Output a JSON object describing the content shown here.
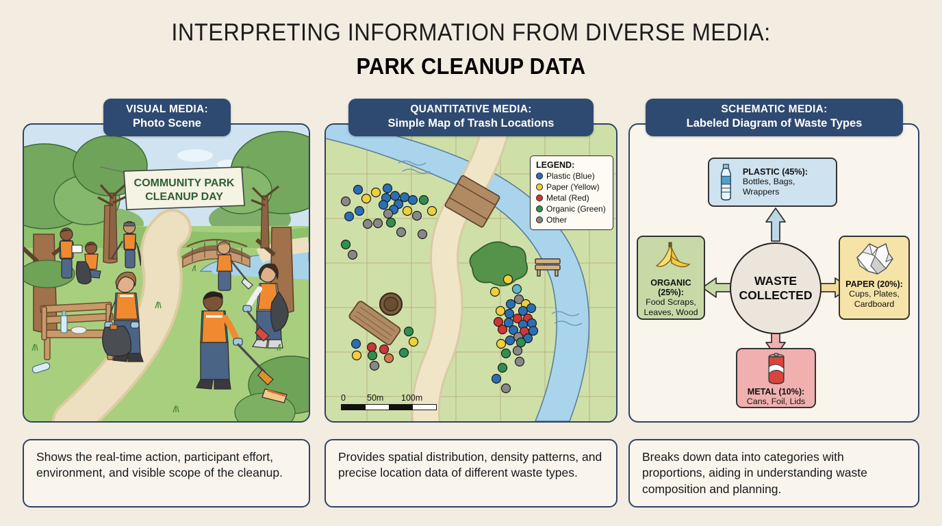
{
  "title": {
    "line1": "INTERPRETING INFORMATION FROM DIVERSE MEDIA:",
    "line2": "PARK CLEANUP DATA"
  },
  "panels": {
    "photo": {
      "header_top": "VISUAL MEDIA:",
      "header_bottom": "Photo Scene",
      "banner_line1": "COMMUNITY PARK",
      "banner_line2": "CLEANUP DAY",
      "caption": "Shows the real-time action, participant effort, environment, and visible scope of the cleanup."
    },
    "map": {
      "header_top": "QUANTITATIVE MEDIA:",
      "header_bottom": "Simple Map of Trash Locations",
      "caption": "Provides spatial distribution, density patterns, and precise location data of different waste types.",
      "legend_title": "LEGEND:",
      "legend": [
        {
          "label": "Plastic (Blue)",
          "color": "#2a6fb5"
        },
        {
          "label": "Paper (Yellow)",
          "color": "#f0d03a"
        },
        {
          "label": "Metal (Red)",
          "color": "#cf3636"
        },
        {
          "label": "Organic (Green)",
          "color": "#2f8f4e"
        },
        {
          "label": "Other",
          "color": "#888888"
        }
      ],
      "scale": {
        "start": "0",
        "mid": "50m",
        "end": "100m"
      }
    },
    "schema": {
      "header_top": "SCHEMATIC MEDIA:",
      "header_bottom": "Labeled Diagram of Waste Types",
      "caption": "Breaks down data into categories with proportions, aiding in understanding waste composition and planning.",
      "hub_line1": "WASTE",
      "hub_line2": "COLLECTED",
      "categories": [
        {
          "key": "plastic",
          "title": "PLASTIC (45%):",
          "desc": "Bottles, Bags, Wrappers",
          "percent": 45,
          "box_color": "#cfe2ef",
          "arrow_color": "#bcd8e8"
        },
        {
          "key": "organic",
          "title": "ORGANIC (25%):",
          "desc_line1": "Food Scraps,",
          "desc_line2": "Leaves, Wood",
          "percent": 25,
          "box_color": "#c8d9a8",
          "arrow_color": "#c8d9a8"
        },
        {
          "key": "paper",
          "title": "PAPER (20%):",
          "desc_line1": "Cups, Plates,",
          "desc_line2": "Cardboard",
          "percent": 20,
          "box_color": "#f6e3a8",
          "arrow_color": "#f2dc9a"
        },
        {
          "key": "metal",
          "title": "METAL (10%):",
          "desc": "Cans, Foil, Lids",
          "percent": 10,
          "box_color": "#f0b0b0",
          "arrow_color": "#f0b0b0"
        }
      ]
    }
  },
  "chart_data": {
    "type": "pie",
    "title": "Waste Collected composition",
    "categories": [
      "Plastic",
      "Organic",
      "Paper",
      "Metal"
    ],
    "values": [
      45,
      25,
      20,
      10
    ],
    "unit": "percent",
    "labels": [
      "PLASTIC (45%)",
      "ORGANIC (25%)",
      "PAPER (20%)",
      "METAL (10%)"
    ],
    "colors": [
      "#cfe2ef",
      "#c8d9a8",
      "#f6e3a8",
      "#f0b0b0"
    ]
  }
}
